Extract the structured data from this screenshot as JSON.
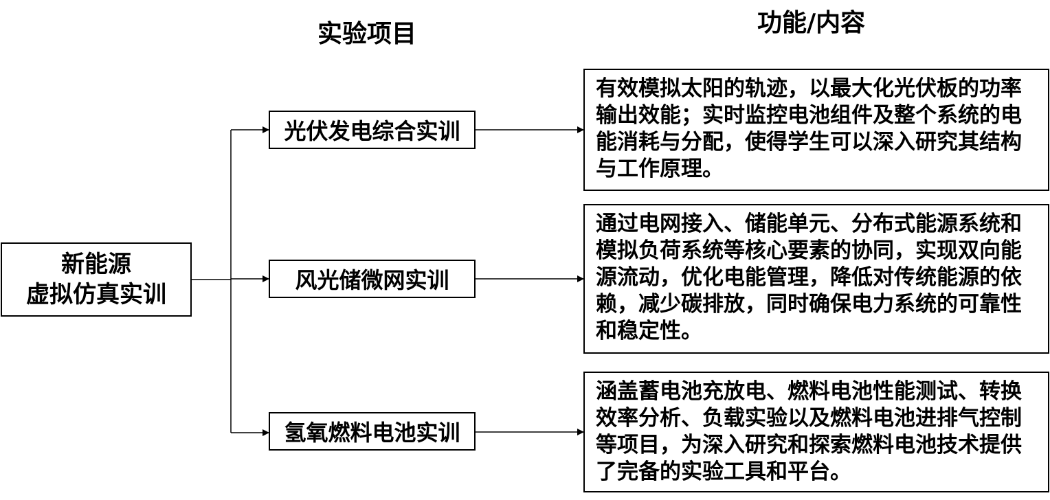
{
  "headers": {
    "items": "实验项目",
    "content": "功能/内容"
  },
  "root": {
    "line1": "新能源",
    "line2": "虚拟仿真实训"
  },
  "items": [
    {
      "label": "光伏发电综合实训",
      "description": "有效模拟太阳的轨迹，以最大化光伏板的功率输出效能；实时监控电池组件及整个系统的电能消耗与分配，使得学生可以深入研究其结构与工作原理。"
    },
    {
      "label": "风光储微网实训",
      "description": "通过电网接入、储能单元、分布式能源系统和模拟负荷系统等核心要素的协同，实现双向能源流动，优化电能管理，降低对传统能源的依赖，减少碳排放，同时确保电力系统的可靠性和稳定性。"
    },
    {
      "label": "氢氧燃料电池实训",
      "description": "涵盖蓄电池充放电、燃料电池性能测试、转换效率分析、负载实验以及燃料电池进排气控制等项目，为深入研究和探索燃料电池技术提供了完备的实验工具和平台。"
    }
  ]
}
